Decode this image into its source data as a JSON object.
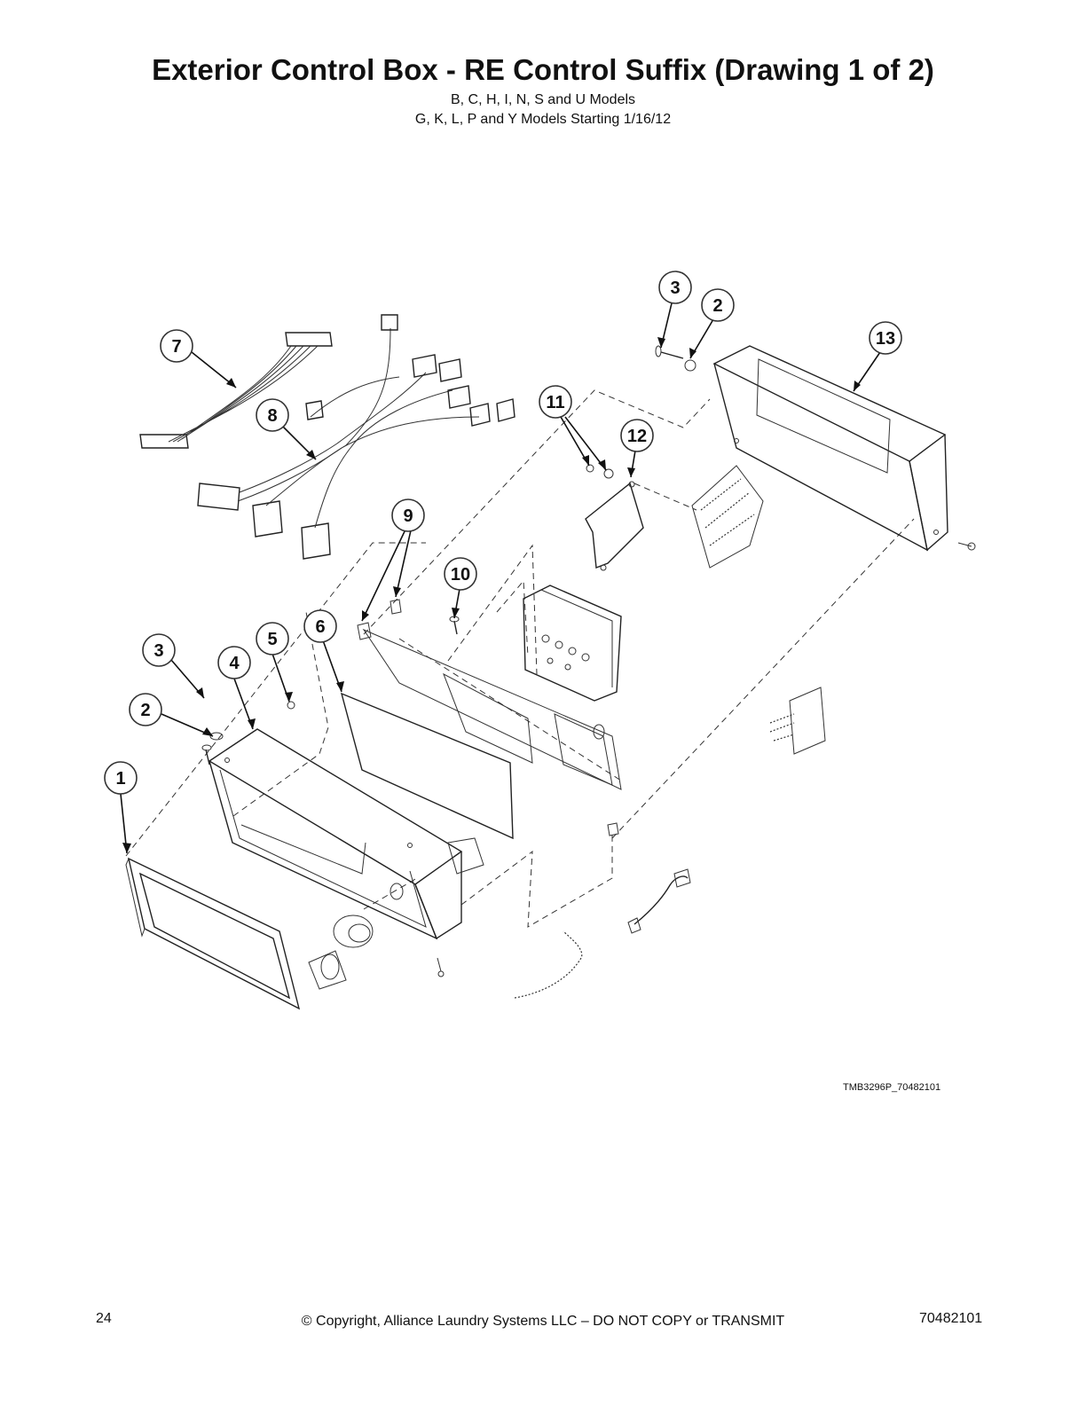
{
  "header": {
    "title": "Exterior Control Box - RE Control Suffix (Drawing 1 of 2)",
    "subtitle_line1": "B, C, H, I, N, S and U Models",
    "subtitle_line2": "G, K, L, P and Y Models Starting 1/16/12"
  },
  "diagram": {
    "drawing_id": "TMB3296P_70482101",
    "callouts": [
      {
        "key": "c1",
        "label": "1"
      },
      {
        "key": "c2a",
        "label": "2"
      },
      {
        "key": "c2b",
        "label": "2"
      },
      {
        "key": "c3a",
        "label": "3"
      },
      {
        "key": "c3b",
        "label": "3"
      },
      {
        "key": "c4",
        "label": "4"
      },
      {
        "key": "c5",
        "label": "5"
      },
      {
        "key": "c6",
        "label": "6"
      },
      {
        "key": "c7",
        "label": "7"
      },
      {
        "key": "c8",
        "label": "8"
      },
      {
        "key": "c9",
        "label": "9"
      },
      {
        "key": "c10",
        "label": "10"
      },
      {
        "key": "c11",
        "label": "11"
      },
      {
        "key": "c12",
        "label": "12"
      },
      {
        "key": "c13",
        "label": "13"
      }
    ]
  },
  "footer": {
    "page_number": "24",
    "copyright": "© Copyright, Alliance Laundry Systems LLC – DO NOT COPY or TRANSMIT",
    "document_number": "70482101"
  }
}
